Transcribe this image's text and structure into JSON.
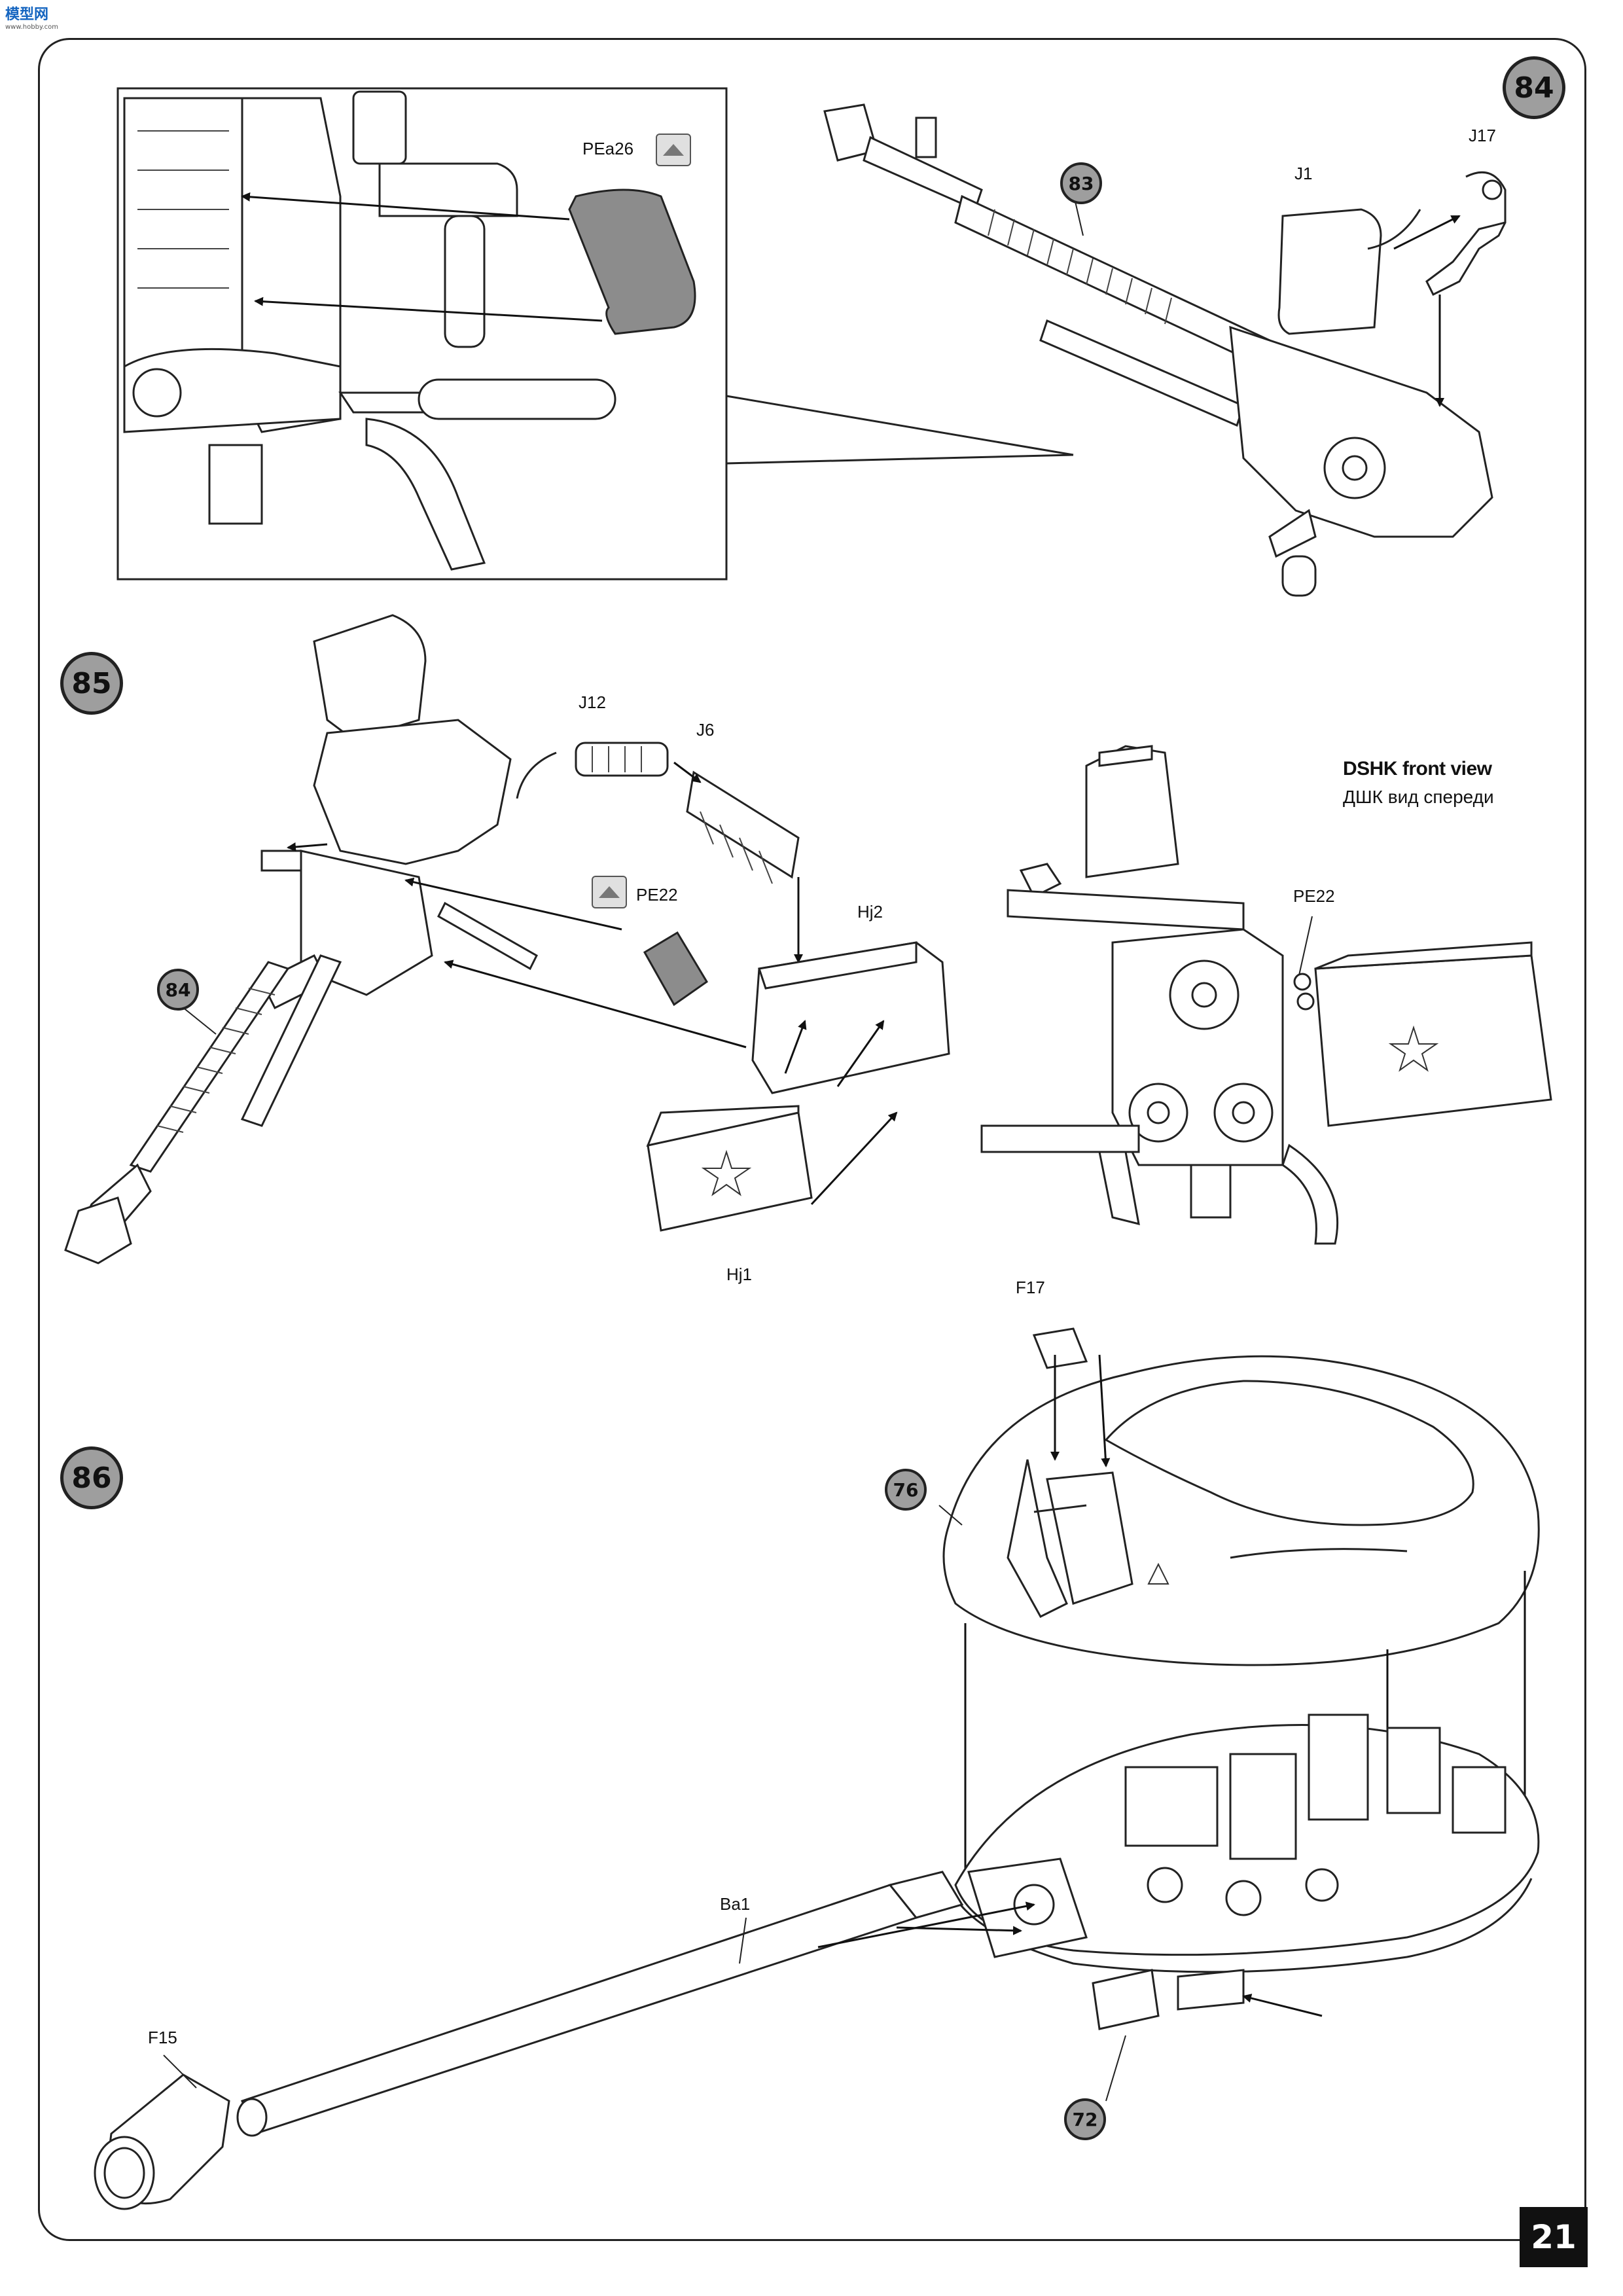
{
  "watermark": {
    "brand_a": "模型",
    "brand_b": "网",
    "sub": "www.hobby.com"
  },
  "page_number": "21",
  "steps": {
    "s84": "84",
    "s85": "85",
    "s86": "86"
  },
  "refs": {
    "r83": "83",
    "r84": "84",
    "r76": "76",
    "r72": "72"
  },
  "parts": {
    "pea26": "PEa26",
    "j1": "J1",
    "j17": "J17",
    "j12": "J12",
    "j6": "J6",
    "pe22_a": "PE22",
    "pe22_b": "PE22",
    "hj2": "Hj2",
    "hj1": "Hj1",
    "f17": "F17",
    "ba1": "Ba1",
    "f15": "F15"
  },
  "views": {
    "front_view_en": "DSHK front view",
    "front_view_ru": "ДШК вид спереди"
  },
  "icons": {
    "photo_etch": "photo-etch-icon"
  }
}
